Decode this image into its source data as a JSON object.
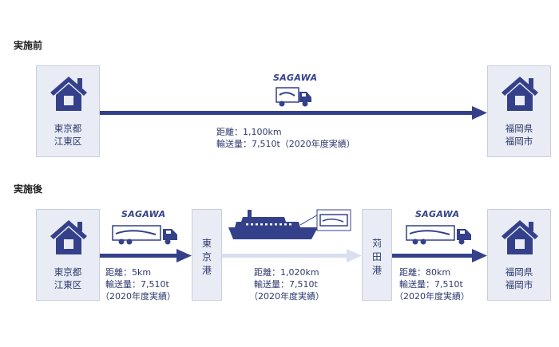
{
  "before": {
    "title": "実施前",
    "origin": {
      "line1": "東京都",
      "line2": "江東区"
    },
    "destination": {
      "line1": "福岡県",
      "line2": "福岡市"
    },
    "brand": "SAGAWA",
    "distance": "距離：1,100km",
    "volume": "輸送量：7,510t（2020年度実績）"
  },
  "after": {
    "title": "実施後",
    "origin": {
      "line1": "東京都",
      "line2": "江東区"
    },
    "port1": {
      "line1": "東",
      "line2": "京",
      "line3": "港"
    },
    "port2": {
      "line1": "苅",
      "line2": "田",
      "line3": "港"
    },
    "destination": {
      "line1": "福岡県",
      "line2": "福岡市"
    },
    "brand_left": "SAGAWA",
    "brand_right": "SAGAWA",
    "leg1": {
      "distance": "距離：5km",
      "volume": "輸送量：7,510t",
      "note": "（2020年度実績）"
    },
    "leg2": {
      "distance": "距離：1,020km",
      "volume": "輸送量：7,510t",
      "note": "（2020年度実績）"
    },
    "leg3": {
      "distance": "距離：80km",
      "volume": "輸送量：7,510t",
      "note": "（2020年度実績）"
    }
  },
  "colors": {
    "navy": "#34418a",
    "box": "#e9ecf4",
    "sea": "#d9def0"
  }
}
